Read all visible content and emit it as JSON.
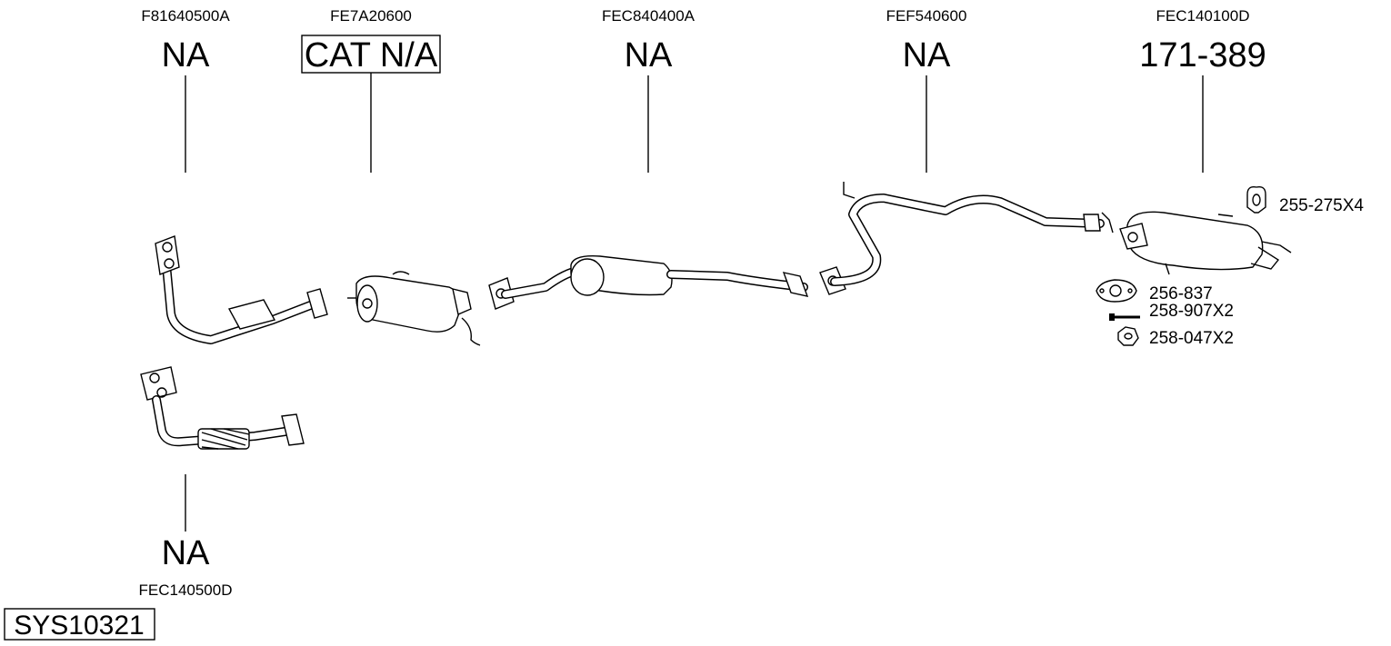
{
  "diagram": {
    "system_code": "SYS10321",
    "sections": [
      {
        "code": "F81640500A",
        "price": "NA"
      },
      {
        "code": "FE7A20600",
        "price": "CAT N/A"
      },
      {
        "code": "FEC840400A",
        "price": "NA"
      },
      {
        "code": "FEF540600",
        "price": "NA"
      },
      {
        "code": "FEC140100D",
        "price": "171-389"
      },
      {
        "code": "FEC140500D",
        "price": "NA"
      }
    ],
    "fittings": [
      {
        "label": "255-275X4",
        "icon": "rubber-hanger-icon"
      },
      {
        "label": "256-837",
        "icon": "gasket-icon"
      },
      {
        "label": "258-907X2",
        "icon": "bolt-icon"
      },
      {
        "label": "258-047X2",
        "icon": "nut-icon"
      }
    ]
  }
}
